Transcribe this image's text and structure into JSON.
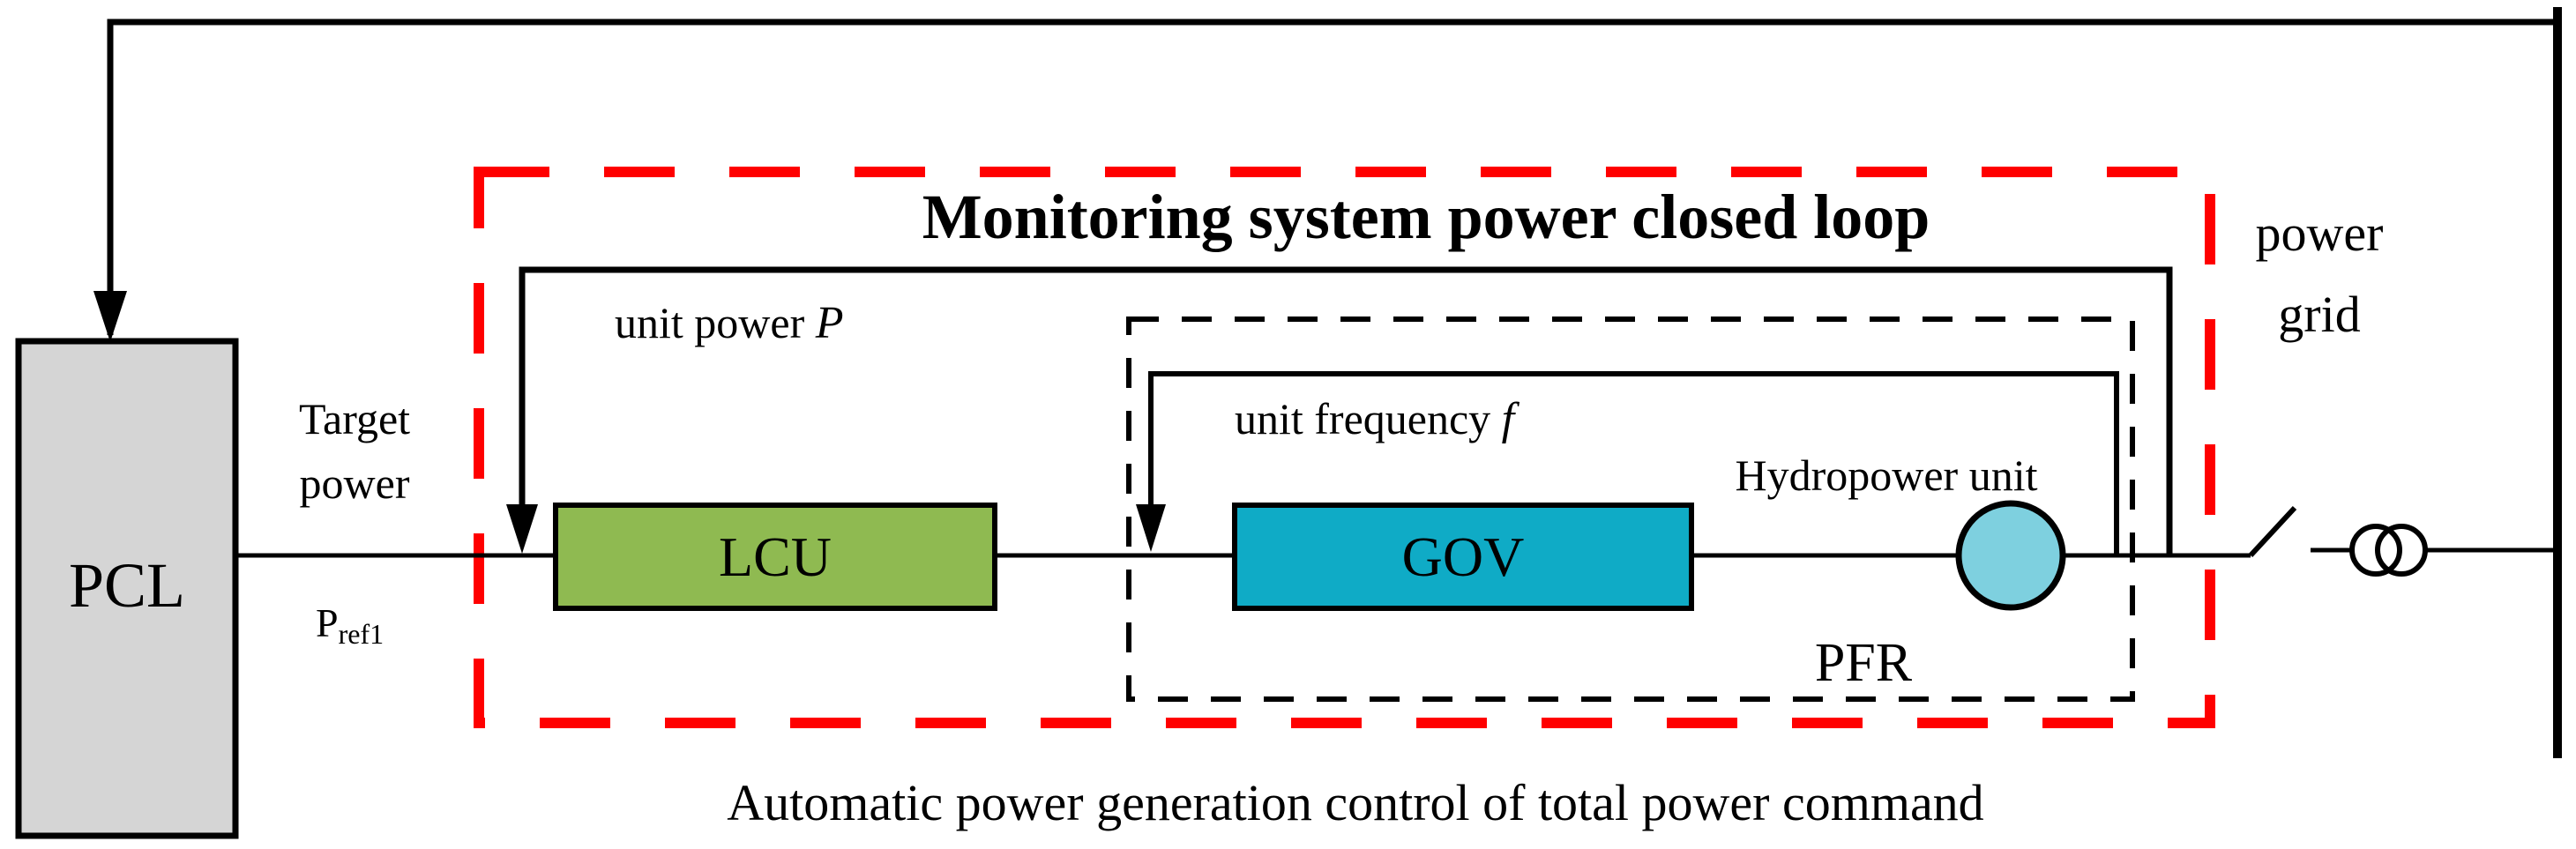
{
  "diagram": {
    "title": "Monitoring system power closed loop",
    "caption": "Automatic power generation control of total power command",
    "blocks": {
      "pcl": "PCL",
      "lcu": "LCU",
      "gov": "GOV"
    },
    "labels": {
      "target_power_line1": "Target",
      "target_power_line2": "power",
      "pref_main": "P",
      "pref_sub": "ref1",
      "unit_power_prefix": "unit power ",
      "unit_power_symbol": "P",
      "unit_frequency_prefix": "unit frequency ",
      "unit_frequency_symbol": "f",
      "hydropower_unit": "Hydropower unit",
      "pfr": "PFR",
      "power_grid_line1": "power",
      "power_grid_line2": "grid"
    },
    "colors": {
      "outer_loop_dash": "#ff0000",
      "pcl_fill": "#d5d5d5",
      "lcu_fill": "#8fba51",
      "gov_fill": "#0fabc6",
      "hydro_fill": "#7ed0df",
      "line": "#000000"
    }
  }
}
